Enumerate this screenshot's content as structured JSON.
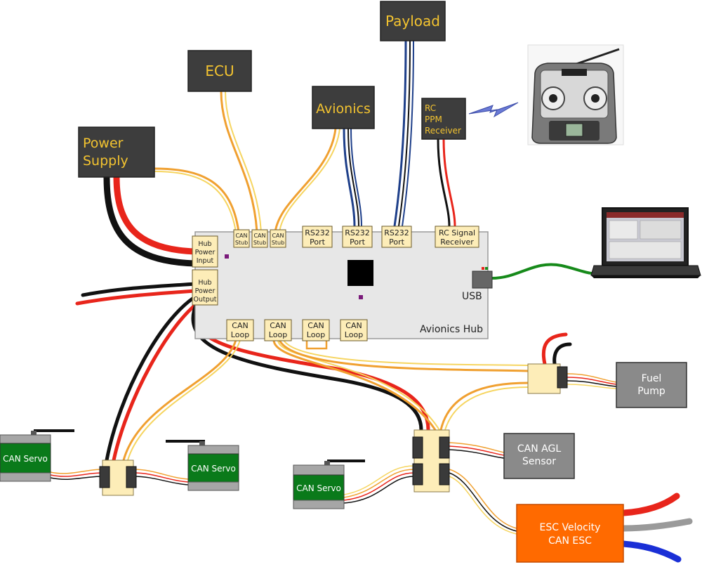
{
  "boxes": {
    "payload": "Payload",
    "ecu": "ECU",
    "avionics": "Avionics",
    "power_supply_line1": "Power",
    "power_supply_line2": "Supply",
    "rc_ppm_line1": "RC",
    "rc_ppm_line2": "PPM",
    "rc_ppm_line3": "Receiver"
  },
  "hub": {
    "name": "Avionics Hub",
    "power_input": [
      "Hub",
      "Power",
      "Input"
    ],
    "power_output": [
      "Hub",
      "Power",
      "Output"
    ],
    "can_stub": [
      "CAN",
      "Stub"
    ],
    "rs232_port": [
      "RS232",
      "Port"
    ],
    "rc_signal_receiver": [
      "RC Signal",
      "Receiver"
    ],
    "can_loop": [
      "CAN",
      "Loop"
    ],
    "usb": "USB"
  },
  "devices": {
    "fuel_pump": [
      "Fuel",
      "Pump"
    ],
    "can_agl_sensor": [
      "CAN AGL",
      "Sensor"
    ],
    "can_servo": "CAN Servo",
    "esc": [
      "ESC Velocity",
      "CAN ESC"
    ]
  },
  "colors": {
    "dark_box": "#3d3d3d",
    "label_yellow": "#f4c430",
    "port_fill": "#fdedb8",
    "wire_red": "#e8251b",
    "wire_black": "#111111",
    "wire_orange": "#f0a030",
    "wire_yellow": "#f6d560",
    "wire_blue": "#1e3f8a",
    "wire_green": "#168a1a",
    "servo_green": "#0a7a1a",
    "esc_orange": "#ff6a00"
  }
}
